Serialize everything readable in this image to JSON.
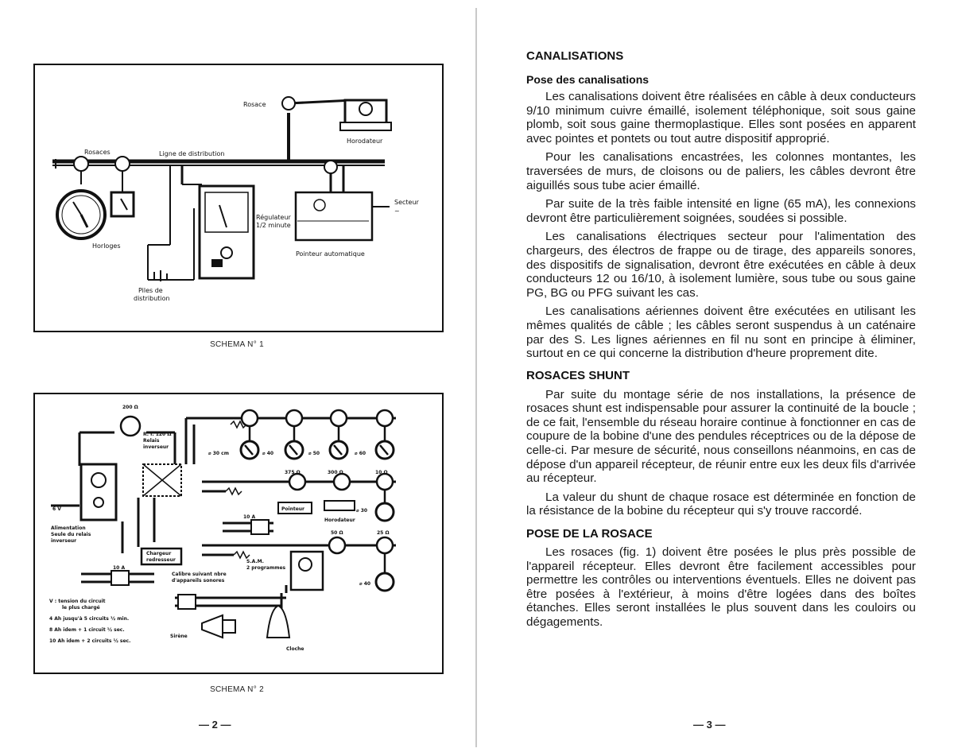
{
  "left_page": {
    "schema1": {
      "caption": "SCHEMA N° 1",
      "labels": {
        "rosace": "Rosace",
        "horodateur": "Horodateur",
        "rosaces": "Rosaces",
        "ligne": "Ligne de distribution",
        "secteur": "Secteur",
        "regulateur_1": "Régulateur",
        "regulateur_2": "1/2 minute",
        "horloges": "Horloges",
        "pointeur": "Pointeur automatique",
        "piles_1": "Piles de",
        "piles_2": "distribution"
      }
    },
    "schema2": {
      "caption": "SCHEMA N° 2",
      "labels": {
        "r200": "200 Ω",
        "ri_1": "R. I. 120 Ω",
        "ri_2": "Relais",
        "ri_3": "inverseur",
        "d30": "⌀ 30 cm",
        "d40": "⌀ 40",
        "d50": "⌀ 50",
        "d60": "⌀ 60",
        "r375": "375 Ω",
        "r300": "300 Ω",
        "r10": "10 Ω",
        "pointeur": "Pointeur",
        "horodateur": "Horodateur",
        "d30b": "⌀ 30",
        "v6": "6 V",
        "alim_1": "Alimentation",
        "alim_2": "Seule du relais",
        "alim_3": "inverseur",
        "a10a": "10 A",
        "a10b": "10 A",
        "chargeur_1": "Chargeur",
        "chargeur_2": "redresseur",
        "calibre_1": "Calibre suivant nbre",
        "calibre_2": "d'appareils sonores",
        "r50": "50 Ω",
        "r25": "25 Ω",
        "sam_1": "S.A.M.",
        "sam_2": "2 programmes",
        "d40b": "⌀ 40",
        "vnote_1": "V : tension du circuit",
        "vnote_2": "le plus chargé",
        "note4": "4 Ah jusqu'à 5 circuits ½ min.",
        "note8": "8 Ah idem + 1 circuit ½ sec.",
        "note10": "10 Ah idem + 2 circuits ½ sec.",
        "sirene": "Sirène",
        "cloche": "Cloche"
      }
    },
    "page_number": "— 2 —"
  },
  "right_page": {
    "section1_title": "CANALISATIONS",
    "section1_subtitle": "Pose des canalisations",
    "section1_paragraphs": [
      "Les canalisations doivent être réalisées en câble à deux conducteurs 9/10 minimum cuivre émaillé, isolement téléphonique, soit sous gaine plomb, soit sous gaine thermoplastique. Elles sont posées en apparent avec pointes et pontets ou tout autre dispositif approprié.",
      "Pour les canalisations encastrées, les colonnes montantes, les traversées de murs, de cloisons ou de paliers, les câbles devront être aiguillés sous tube acier émaillé.",
      "Par suite de la très faible intensité en ligne (65 mA), les connexions devront être particulièrement soignées, soudées si possible.",
      "Les canalisations électriques secteur pour l'alimentation des chargeurs, des électros de frappe ou de tirage, des appareils sonores, des dispositifs de signalisation, devront être exécutées en câble à deux conducteurs 12 ou 16/10, à isolement lumière, sous tube ou sous gaine PG, BG ou PFG suivant les cas.",
      "Les canalisations aériennes doivent être exécutées en utilisant les mêmes qualités de câble ; les câbles seront suspendus à un caténaire par des S. Les lignes aériennes en fil nu sont en principe à éliminer, surtout en ce qui concerne la distribution d'heure proprement dite."
    ],
    "section2_title": "ROSACES SHUNT",
    "section2_paragraphs": [
      "Par suite du montage série de nos installations, la présence de rosaces shunt est indispensable pour assurer la continuité de la boucle ; de ce fait, l'ensemble du réseau horaire continue à fonctionner en cas de coupure de la bobine d'une des pendules réceptrices ou de la dépose de celle-ci. Par mesure de sécurité, nous conseillons néanmoins, en cas de dépose d'un appareil récepteur, de réunir entre eux les deux fils d'arrivée au récepteur.",
      "La valeur du shunt de chaque rosace est déterminée en fonction de la résistance de la bobine du récepteur qui s'y trouve raccordé."
    ],
    "section3_title": "POSE DE LA ROSACE",
    "section3_paragraphs": [
      "Les rosaces (fig. 1) doivent être posées le plus près possible de l'appareil récepteur. Elles devront être facilement accessibles pour permettre les contrôles ou interventions éventuels. Elles ne doivent pas être posées à l'extérieur, à moins d'être logées dans des boîtes étanches. Elles seront installées le plus souvent dans les couloirs ou dégagements."
    ],
    "page_number": "— 3 —"
  }
}
